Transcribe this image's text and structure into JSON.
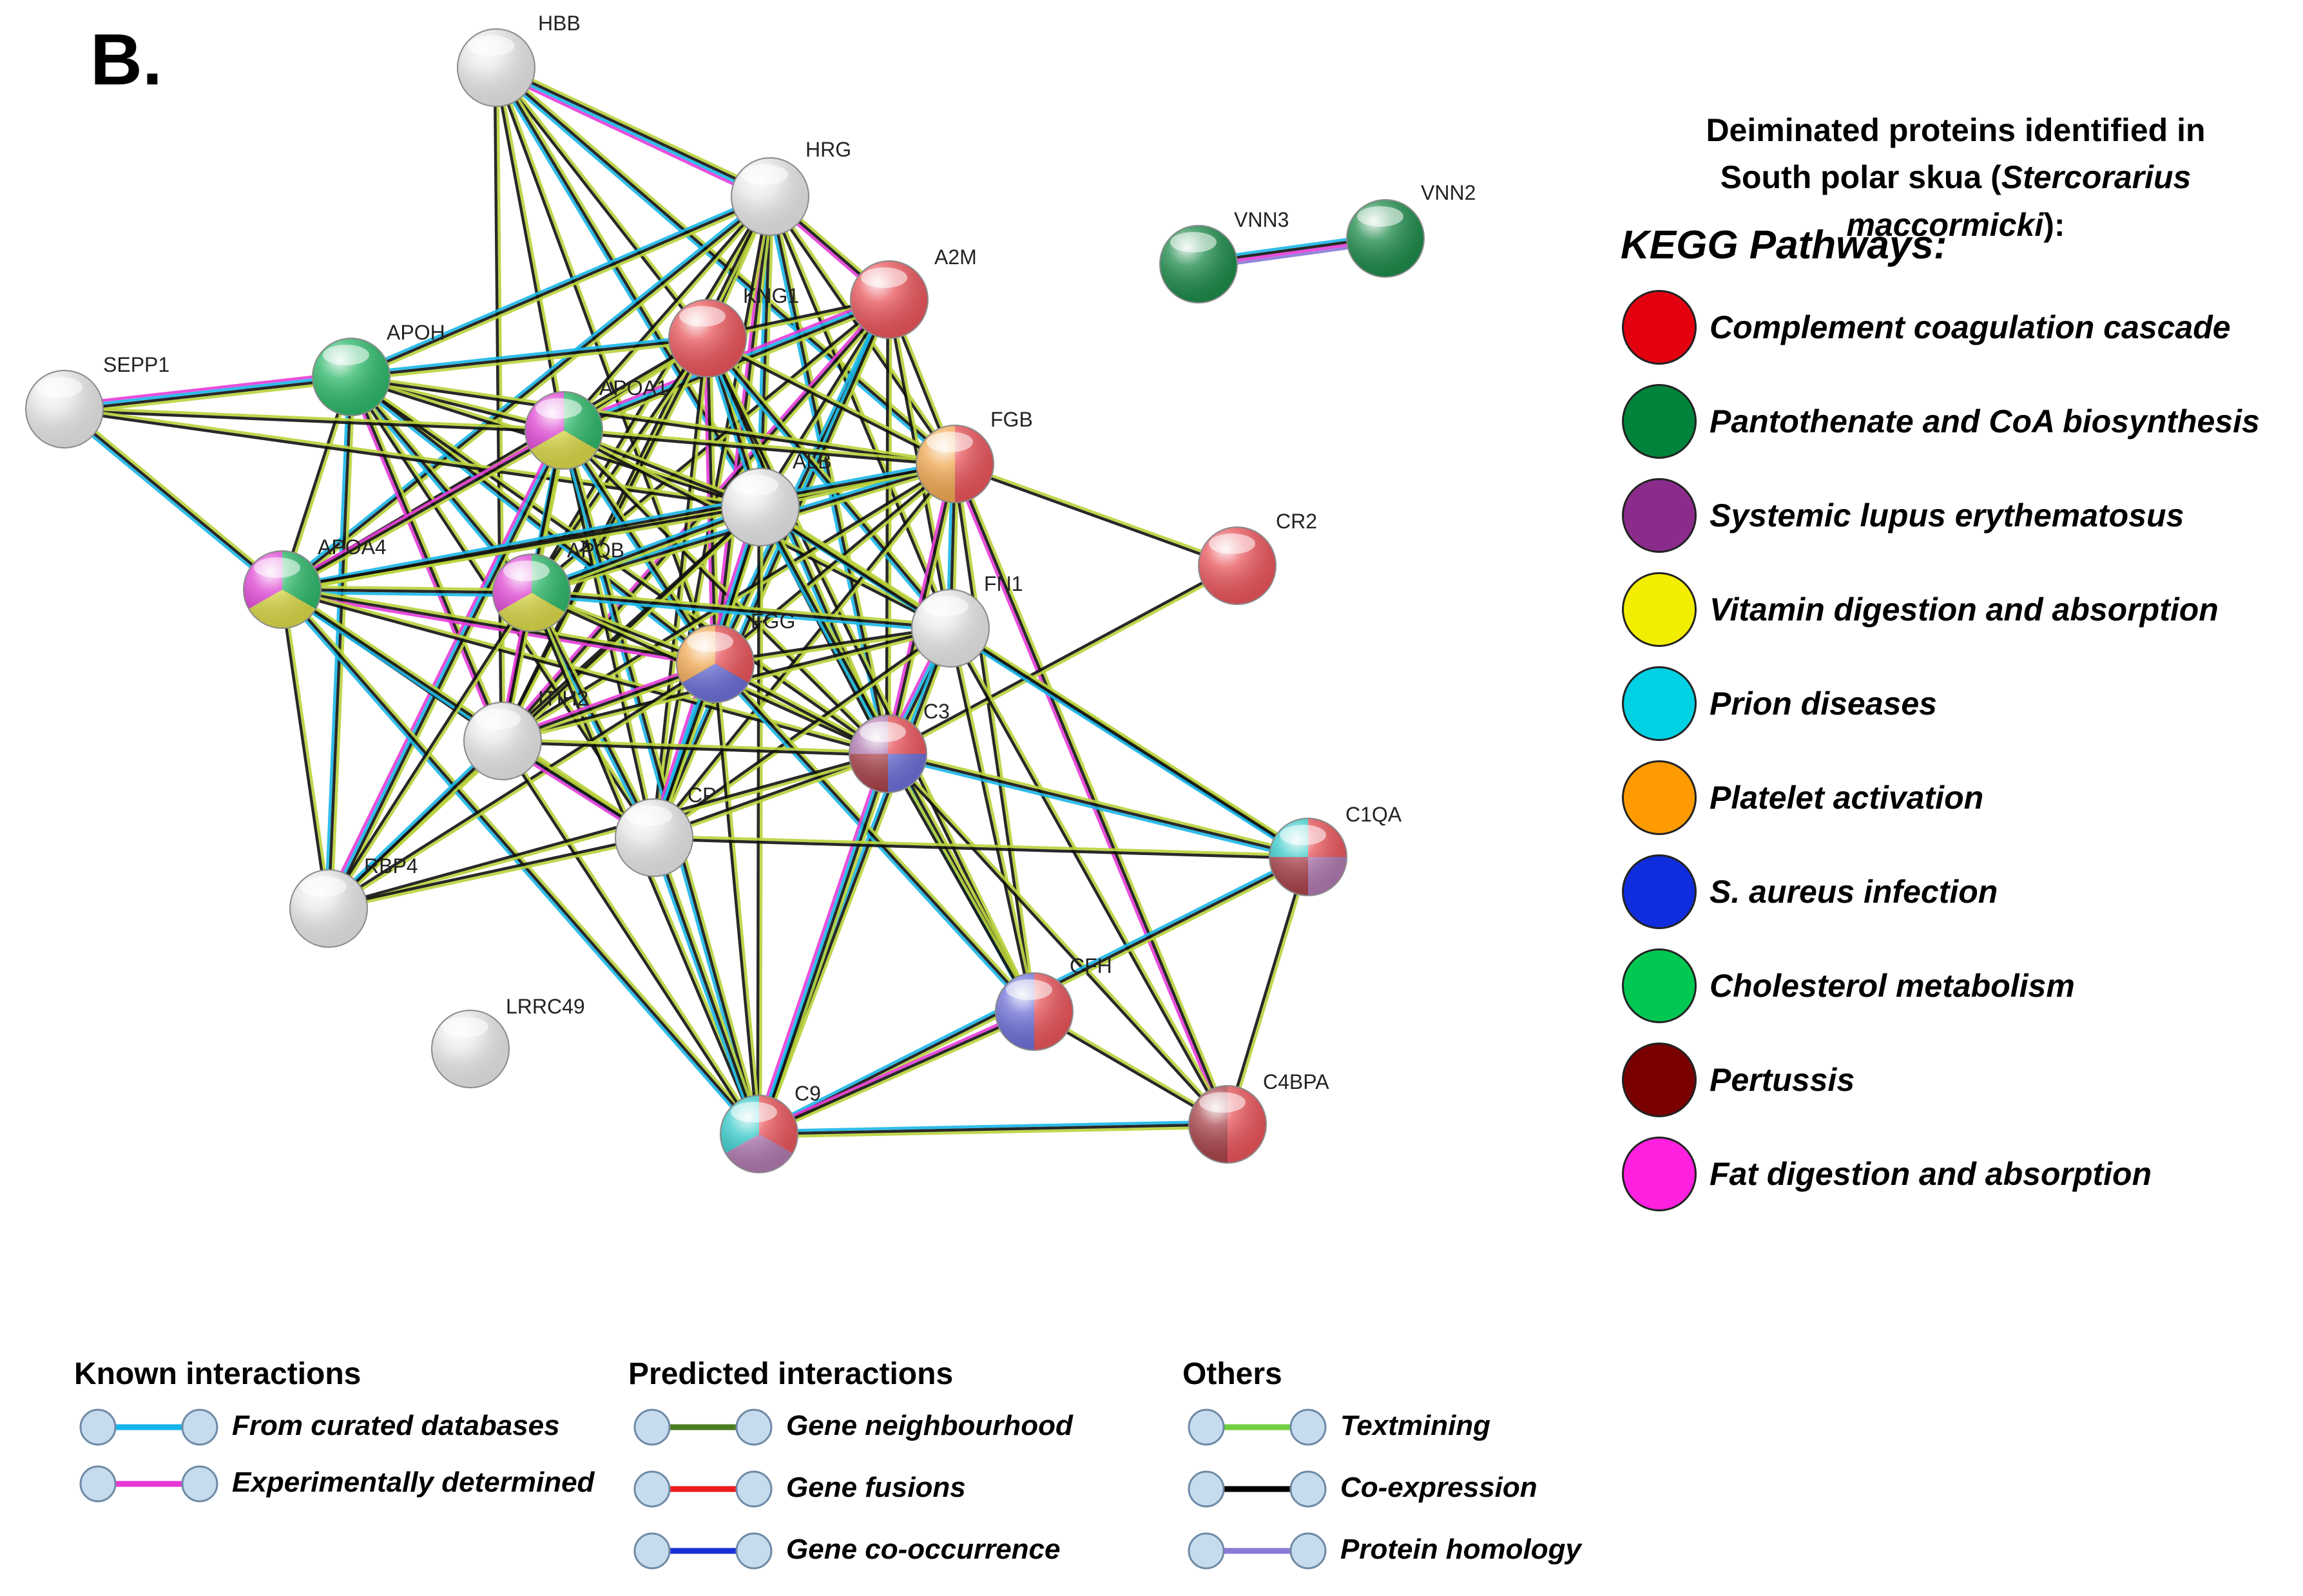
{
  "panel_label": "B.",
  "legend": {
    "title_line1": "Deiminated proteins identified in",
    "title_line2_prefix": "South polar skua (",
    "title_line2_species": "Stercorarius maccormicki",
    "title_line2_suffix": "):",
    "kegg_heading": "KEGG Pathways:",
    "pathways": [
      {
        "label": "Complement coagulation cascade",
        "color": "#e3000f"
      },
      {
        "label": "Pantothenate and CoA biosynthesis",
        "color": "#00843c"
      },
      {
        "label": "Systemic lupus erythematosus",
        "color": "#8b2c8c"
      },
      {
        "label": "Vitamin digestion and absorption",
        "color": "#f3ee00"
      },
      {
        "label": "Prion diseases",
        "color": "#00d1e3"
      },
      {
        "label": "Platelet activation",
        "color": "#ff9b00"
      },
      {
        "label": "S. aureus infection",
        "color": "#0f2ddd"
      },
      {
        "label": "Cholesterol metabolism",
        "color": "#00c853"
      },
      {
        "label": "Pertussis",
        "color": "#7a0000"
      },
      {
        "label": "Fat digestion and absorption",
        "color": "#ff20e0"
      }
    ]
  },
  "edge_legend": {
    "groups": [
      {
        "heading": "Known interactions",
        "items": [
          {
            "label": "From curated databases",
            "color": "#12b4ea"
          },
          {
            "label": "Experimentally determined",
            "color": "#e637d3"
          }
        ]
      },
      {
        "heading": "Predicted interactions",
        "items": [
          {
            "label": "Gene neighbourhood",
            "color": "#4b7d1e"
          },
          {
            "label": "Gene fusions",
            "color": "#ee1c1c"
          },
          {
            "label": "Gene co-occurrence",
            "color": "#1a2fd6"
          }
        ]
      },
      {
        "heading": "Others",
        "items": [
          {
            "label": "Textmining",
            "color": "#6fcf3f"
          },
          {
            "label": "Co-expression",
            "color": "#000000"
          },
          {
            "label": "Protein homology",
            "color": "#8a78d6"
          }
        ]
      }
    ]
  },
  "network": {
    "nodes": [
      {
        "id": "HBB",
        "colors": []
      },
      {
        "id": "HRG",
        "colors": []
      },
      {
        "id": "A2M",
        "colors": [
          "#e8555b"
        ]
      },
      {
        "id": "KNG1",
        "colors": [
          "#e8555b"
        ]
      },
      {
        "id": "APOH",
        "colors": [
          "#2eb86a"
        ]
      },
      {
        "id": "SEPP1",
        "colors": []
      },
      {
        "id": "APOA1",
        "colors": [
          "#2eb86a",
          "#d9d84a",
          "#dd44d2"
        ]
      },
      {
        "id": "FGB",
        "colors": [
          "#e8555b",
          "#f0a852"
        ]
      },
      {
        "id": "ALB",
        "colors": []
      },
      {
        "id": "CR2",
        "colors": [
          "#e8555b"
        ]
      },
      {
        "id": "APOA4",
        "colors": [
          "#2eb86a",
          "#d9d84a",
          "#dd44d2"
        ]
      },
      {
        "id": "APOB",
        "colors": [
          "#2eb86a",
          "#d9d84a",
          "#dd44d2"
        ]
      },
      {
        "id": "FN1",
        "colors": []
      },
      {
        "id": "FGG",
        "colors": [
          "#e8555b",
          "#6c6fd6",
          "#f0a852"
        ]
      },
      {
        "id": "ITIH2",
        "colors": []
      },
      {
        "id": "C3",
        "colors": [
          "#e8555b",
          "#6c6fd6",
          "#a8434a",
          "#b07ab0"
        ]
      },
      {
        "id": "CP",
        "colors": []
      },
      {
        "id": "C1QA",
        "colors": [
          "#e8555b",
          "#b07ab0",
          "#a8434a",
          "#35c8c8"
        ]
      },
      {
        "id": "RBP4",
        "colors": []
      },
      {
        "id": "LRRC49",
        "colors": []
      },
      {
        "id": "CFH",
        "colors": [
          "#e8555b",
          "#6c6fd6"
        ]
      },
      {
        "id": "C4BPA",
        "colors": [
          "#e8555b",
          "#a8434a"
        ]
      },
      {
        "id": "C9",
        "colors": [
          "#e8555b",
          "#b07ab0",
          "#35c8c8"
        ]
      },
      {
        "id": "VNN3",
        "colors": [
          "#1d8a4a"
        ]
      },
      {
        "id": "VNN2",
        "colors": [
          "#1d8a4a"
        ]
      }
    ],
    "edges": [
      [
        "HBB",
        "HRG"
      ],
      [
        "HBB",
        "KNG1"
      ],
      [
        "HBB",
        "APOA1"
      ],
      [
        "HBB",
        "ALB"
      ],
      [
        "HBB",
        "FGG"
      ],
      [
        "HBB",
        "ITIH2"
      ],
      [
        "HBB",
        "FGB"
      ],
      [
        "HRG",
        "A2M"
      ],
      [
        "HRG",
        "KNG1"
      ],
      [
        "HRG",
        "APOH"
      ],
      [
        "HRG",
        "APOA1"
      ],
      [
        "HRG",
        "FGB"
      ],
      [
        "HRG",
        "ALB"
      ],
      [
        "HRG",
        "APOB"
      ],
      [
        "HRG",
        "FGG"
      ],
      [
        "HRG",
        "C3"
      ],
      [
        "HRG",
        "CP"
      ],
      [
        "HRG",
        "ITIH2"
      ],
      [
        "HRG",
        "APOA4"
      ],
      [
        "HRG",
        "FN1"
      ],
      [
        "A2M",
        "KNG1"
      ],
      [
        "A2M",
        "APOA1"
      ],
      [
        "A2M",
        "FGB"
      ],
      [
        "A2M",
        "ALB"
      ],
      [
        "A2M",
        "FGG"
      ],
      [
        "A2M",
        "C3"
      ],
      [
        "A2M",
        "APOB"
      ],
      [
        "A2M",
        "CP"
      ],
      [
        "A2M",
        "ITIH2"
      ],
      [
        "A2M",
        "FN1"
      ],
      [
        "KNG1",
        "APOH"
      ],
      [
        "KNG1",
        "APOA1"
      ],
      [
        "KNG1",
        "FGB"
      ],
      [
        "KNG1",
        "ALB"
      ],
      [
        "KNG1",
        "APOB"
      ],
      [
        "KNG1",
        "FGG"
      ],
      [
        "KNG1",
        "C3"
      ],
      [
        "KNG1",
        "ITIH2"
      ],
      [
        "KNG1",
        "CP"
      ],
      [
        "KNG1",
        "FN1"
      ],
      [
        "KNG1",
        "APOA4"
      ],
      [
        "KNG1",
        "CFH"
      ],
      [
        "APOH",
        "SEPP1"
      ],
      [
        "APOH",
        "APOA1"
      ],
      [
        "APOH",
        "APOA4"
      ],
      [
        "APOH",
        "APOB"
      ],
      [
        "APOH",
        "ALB"
      ],
      [
        "APOH",
        "FGB"
      ],
      [
        "APOH",
        "FGG"
      ],
      [
        "APOH",
        "ITIH2"
      ],
      [
        "APOH",
        "CP"
      ],
      [
        "APOH",
        "RBP4"
      ],
      [
        "APOH",
        "C3"
      ],
      [
        "SEPP1",
        "APOA1"
      ],
      [
        "SEPP1",
        "APOA4"
      ],
      [
        "SEPP1",
        "ALB"
      ],
      [
        "APOA1",
        "APOA4"
      ],
      [
        "APOA1",
        "APOB"
      ],
      [
        "APOA1",
        "ALB"
      ],
      [
        "APOA1",
        "FGB"
      ],
      [
        "APOA1",
        "FGG"
      ],
      [
        "APOA1",
        "ITIH2"
      ],
      [
        "APOA1",
        "CP"
      ],
      [
        "APOA1",
        "RBP4"
      ],
      [
        "APOA1",
        "C3"
      ],
      [
        "APOA1",
        "FN1"
      ],
      [
        "APOA1",
        "C9"
      ],
      [
        "FGB",
        "ALB"
      ],
      [
        "FGB",
        "FGG"
      ],
      [
        "FGB",
        "FN1"
      ],
      [
        "FGB",
        "C3"
      ],
      [
        "FGB",
        "CR2"
      ],
      [
        "FGB",
        "APOB"
      ],
      [
        "FGB",
        "ITIH2"
      ],
      [
        "FGB",
        "CP"
      ],
      [
        "FGB",
        "APOA4"
      ],
      [
        "FGB",
        "CFH"
      ],
      [
        "FGB",
        "C4BPA"
      ],
      [
        "ALB",
        "APOB"
      ],
      [
        "ALB",
        "APOA4"
      ],
      [
        "ALB",
        "FGG"
      ],
      [
        "ALB",
        "FN1"
      ],
      [
        "ALB",
        "ITIH2"
      ],
      [
        "ALB",
        "C3"
      ],
      [
        "ALB",
        "CP"
      ],
      [
        "ALB",
        "RBP4"
      ],
      [
        "ALB",
        "C1QA"
      ],
      [
        "ALB",
        "CFH"
      ],
      [
        "ALB",
        "C9"
      ],
      [
        "CR2",
        "C3"
      ],
      [
        "APOA4",
        "APOB"
      ],
      [
        "APOA4",
        "FGG"
      ],
      [
        "APOA4",
        "ITIH2"
      ],
      [
        "APOA4",
        "CP"
      ],
      [
        "APOA4",
        "RBP4"
      ],
      [
        "APOA4",
        "C3"
      ],
      [
        "APOA4",
        "C9"
      ],
      [
        "APOB",
        "FGG"
      ],
      [
        "APOB",
        "ITIH2"
      ],
      [
        "APOB",
        "CP"
      ],
      [
        "APOB",
        "RBP4"
      ],
      [
        "APOB",
        "C3"
      ],
      [
        "APOB",
        "FN1"
      ],
      [
        "APOB",
        "C9"
      ],
      [
        "FN1",
        "FGG"
      ],
      [
        "FN1",
        "C3"
      ],
      [
        "FN1",
        "CP"
      ],
      [
        "FN1",
        "ITIH2"
      ],
      [
        "FN1",
        "C1QA"
      ],
      [
        "FN1",
        "CFH"
      ],
      [
        "FN1",
        "C4BPA"
      ],
      [
        "FN1",
        "C9"
      ],
      [
        "FGG",
        "ITIH2"
      ],
      [
        "FGG",
        "C3"
      ],
      [
        "FGG",
        "CP"
      ],
      [
        "FGG",
        "RBP4"
      ],
      [
        "FGG",
        "C9"
      ],
      [
        "FGG",
        "CFH"
      ],
      [
        "ITIH2",
        "C3"
      ],
      [
        "ITIH2",
        "CP"
      ],
      [
        "ITIH2",
        "RBP4"
      ],
      [
        "ITIH2",
        "C9"
      ],
      [
        "C3",
        "CP"
      ],
      [
        "C3",
        "C1QA"
      ],
      [
        "C3",
        "CFH"
      ],
      [
        "C3",
        "C4BPA"
      ],
      [
        "C3",
        "C9"
      ],
      [
        "C3",
        "RBP4"
      ],
      [
        "CP",
        "RBP4"
      ],
      [
        "CP",
        "C9"
      ],
      [
        "CP",
        "C1QA"
      ],
      [
        "C1QA",
        "C4BPA"
      ],
      [
        "C1QA",
        "C9"
      ],
      [
        "CFH",
        "C9"
      ],
      [
        "CFH",
        "C4BPA"
      ],
      [
        "C4BPA",
        "C9"
      ],
      [
        "VNN3",
        "VNN2"
      ]
    ]
  }
}
